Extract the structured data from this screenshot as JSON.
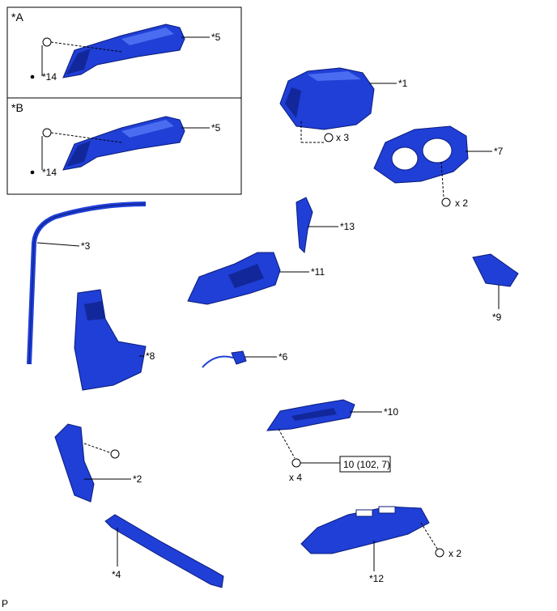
{
  "insets": [
    {
      "tag": "*A",
      "part": "*5",
      "clip": "*14"
    },
    {
      "tag": "*B",
      "part": "*5",
      "clip": "*14"
    }
  ],
  "callouts": {
    "c1": "*1",
    "c2": "*2",
    "c3": "*3",
    "c4": "*4",
    "c6": "*6",
    "c7": "*7",
    "c8": "*8",
    "c9": "*9",
    "c10": "*10",
    "c11": "*11",
    "c12": "*12",
    "c13": "*13"
  },
  "quantities": {
    "q_screws_1": "x 3",
    "q_clips_7": "x 2",
    "q_bolts_10": "x 4",
    "q_screws_12": "x 2"
  },
  "torque": "10 (102, 7)",
  "corner_mark": "P",
  "colors": {
    "part_blue": "#1f3fd6",
    "part_outline": "#0c1c7a"
  }
}
